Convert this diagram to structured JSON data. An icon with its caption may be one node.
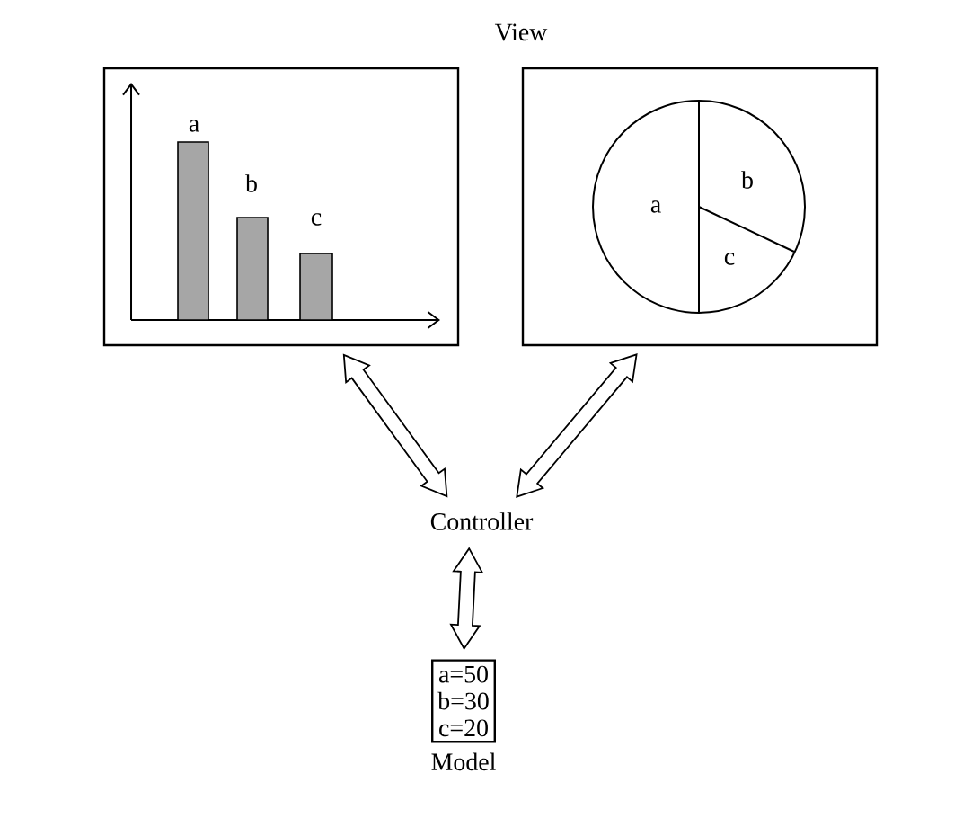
{
  "diagram": {
    "title": "View",
    "nodes": [
      {
        "text": [],
        "shape": "picture"
      },
      {
        "text": [],
        "shape": "picture"
      },
      {
        "text": [
          "Controller"
        ]
      },
      {
        "text": [
          "a=50",
          "b=30",
          "c=20",
          "Model"
        ]
      }
    ],
    "edges": [
      {
        "from": 0,
        "to": 2,
        "arrow": "both"
      },
      {
        "from": 1,
        "to": 2,
        "arrow": "both"
      },
      {
        "from": 2,
        "to": 3,
        "arrow": "both"
      }
    ],
    "labels": [
      "a",
      "b",
      "c",
      "a",
      "b",
      "c"
    ]
  }
}
